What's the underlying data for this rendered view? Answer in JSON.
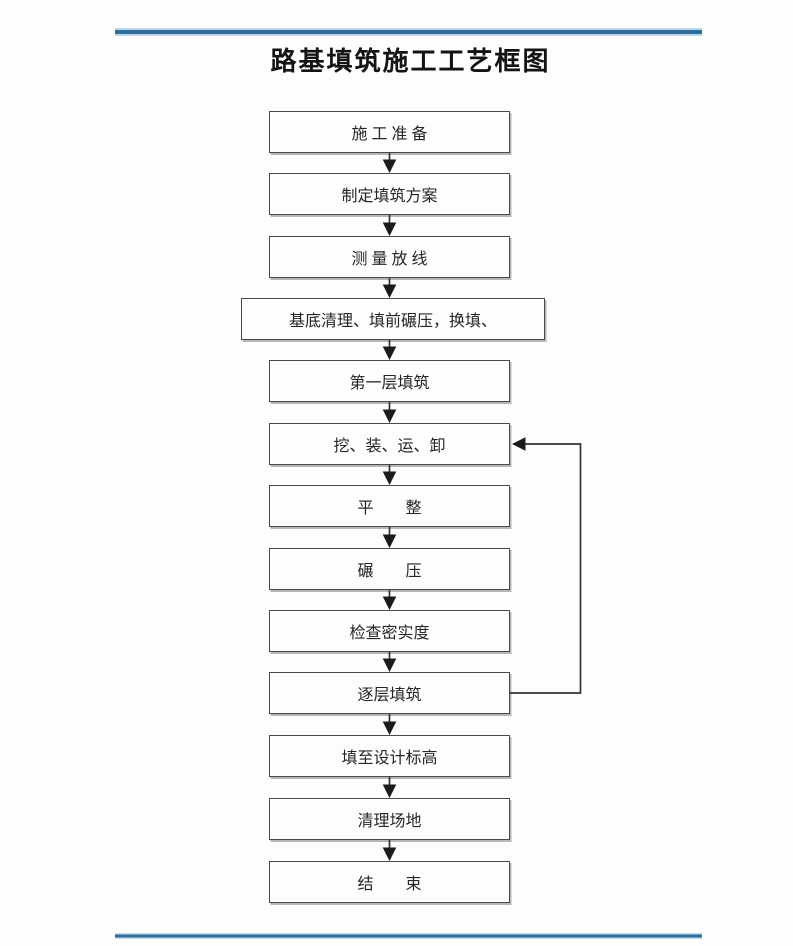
{
  "page": {
    "title": "路基填筑施工工艺框图"
  },
  "colors": {
    "rule_dark_blue": "#2f6d99",
    "rule_light_blue": "#b9d6ec",
    "box_border": "#4a4a4a",
    "connector_line": "#333333"
  },
  "flowchart": {
    "steps": [
      "施 工 准 备",
      "制定填筑方案",
      "测 量 放 线",
      "基底清理、填前碾压，换填、",
      "第一层填筑",
      "挖、装、运、卸",
      "平　　整",
      "碾　　压",
      "检查密实度",
      "逐层填筑",
      "填至设计标高",
      "清理场地",
      "结　　束"
    ],
    "feedback_loop": {
      "from_step": "逐层填筑",
      "to_step": "挖、装、运、卸",
      "side": "right"
    }
  }
}
